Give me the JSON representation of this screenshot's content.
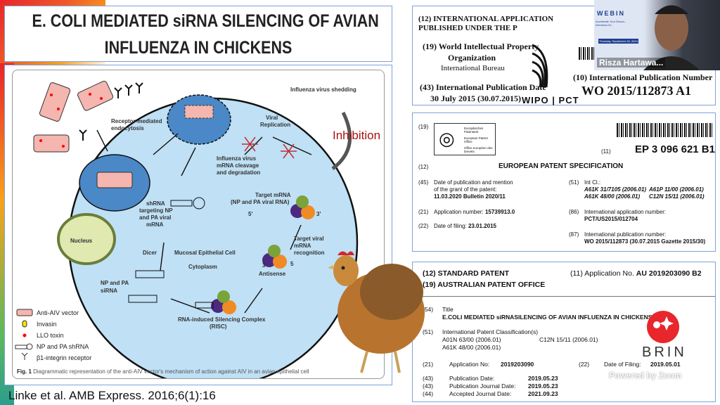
{
  "slide": {
    "title_line1": "E. COLI MEDIATED siRNA SILENCING OF AVIAN",
    "title_line2": "INFLUENZA IN CHICKENS",
    "citation": "Linke et al. AMB Express. 2016;6(1):16"
  },
  "figure": {
    "labels": {
      "shedding": "Influenza virus shedding",
      "inhibition": "Inhibition",
      "endocytosis1": "Receptor-mediated",
      "endocytosis2": "endocytosis",
      "viral_rep1": "Viral",
      "viral_rep2": "Replication",
      "cleavage1": "Influenza virus",
      "cleavage2": "mRNA cleavage",
      "cleavage3": "and degradation",
      "shrna1": "shRNA",
      "shrna2": "targeting NP",
      "shrna3": "and PA viral",
      "shrna4": "mRNA",
      "target1": "Target mRNA",
      "target2": "(NP and PA viral RNA)",
      "five_prime": "5'",
      "three_prime": "3'",
      "three": "3",
      "five": "5",
      "nucleus": "Nucleus",
      "dicer": "Dicer",
      "cell": "Mucosal Epithelial Cell",
      "cytoplasm": "Cytoplasm",
      "recog1": "Target viral",
      "recog2": "mRNA",
      "recog3": "recognition",
      "sirna1": "NP and PA",
      "sirna2": "siRNA",
      "antisense": "Antisense",
      "risc1": "RNA-induced Silencing Complex",
      "risc2": "(RISC)"
    },
    "legend": [
      "Anti-AIV vector",
      "Invasin",
      "LLO toxin",
      "NP and PA shRNA",
      "β1-integrin receptor"
    ],
    "caption_label": "Fig. 1",
    "caption_text": "Diagrammatic representation of the anti-AIV vector's mechanism of action against AIV in an avian epithelial cell"
  },
  "wipo": {
    "line12": "(12) INTERNATIONAL APPLICATION PUBLISHED UNDER THE P",
    "org1": "(19) World Intellectual Property",
    "org2": "Organization",
    "org3": "International Bureau",
    "pubdate_label": "(43) International Publication Date",
    "pubdate": "30 July 2015 (30.07.2015)",
    "logo": "WIPO | PCT",
    "pubnum_label": "(10) International Publication Number",
    "pubnum": "WO 2015/112873 A1"
  },
  "ep": {
    "c19": "(19)",
    "office1": "Europäisches Patentamt",
    "office2": "European Patent Office",
    "office3": "Office européen des brevets",
    "c11": "(11)",
    "number": "EP 3 096 621 B1",
    "c12": "(12)",
    "heading": "EUROPEAN PATENT SPECIFICATION",
    "c45": "(45)",
    "f45a": "Date of publication and mention",
    "f45b": "of the grant of the patent:",
    "f45c": "11.03.2020   Bulletin 2020/11",
    "c21": "(21)",
    "f21": "Application number:",
    "v21": "15739913.0",
    "c22": "(22)",
    "f22": "Date of filing:",
    "v22": "23.01.2015",
    "c51": "(51)",
    "f51": "Int Cl.:",
    "ipc1": "A61K 31/7105 (2006.01)",
    "ipc2": "A61P 11/00 (2006.01)",
    "ipc3": "A61K 48/00 (2006.01)",
    "ipc4": "C12N 15/11 (2006.01)",
    "c86": "(86)",
    "f86": "International application number:",
    "v86": "PCT/US2015/012704",
    "c87": "(87)",
    "f87": "International publication number:",
    "v87": "WO 2015/112873 (30.07.2015 Gazette 2015/30)"
  },
  "au": {
    "l12": "(12) STANDARD PATENT",
    "l19": "(19) AUSTRALIAN PATENT OFFICE",
    "appno_label": "(11) Application No.",
    "appno": "AU  2019203090 B2",
    "c54": "(54)",
    "title_label": "Title",
    "title": "E.COLI MEDIATED siRNASILENCING OF AVIAN INFLUENZA IN CHICKENS",
    "c51": "(51)",
    "ipc_label": "International Patent Classification(s)",
    "ipc1": "A01N 63/00 (2006.01)",
    "ipc2": "C12N 15/11 (2006.01)",
    "ipc3": "A61K 48/00 (2006.01)",
    "c21": "(21)",
    "f21": "Application No:",
    "v21": "2019203090",
    "c22": "(22)",
    "f22": "Date of Filing:",
    "v22": "2019.05.01",
    "rows": [
      {
        "code": "(43)",
        "label": "Publication Date:",
        "value": "2019.05.23"
      },
      {
        "code": "(43)",
        "label": "Publication Journal Date:",
        "value": "2019.05.23"
      },
      {
        "code": "(44)",
        "label": "Accepted Journal Date:",
        "value": "2021.09.23"
      }
    ]
  },
  "brin": {
    "name": "BRIN"
  },
  "video": {
    "participant_name": "Risza Hartawa...",
    "banner_title": "WEBIN",
    "banner_sub": "Accelerate Your Discov... Infectious Di...",
    "banner_date": "Thursday, September 26, 2024",
    "watermark": "Powered by Zoom"
  },
  "colors": {
    "brand_red": "#e8262c",
    "cell_blue": "#bfe0f5",
    "panel_border": "#7fa2d8"
  }
}
